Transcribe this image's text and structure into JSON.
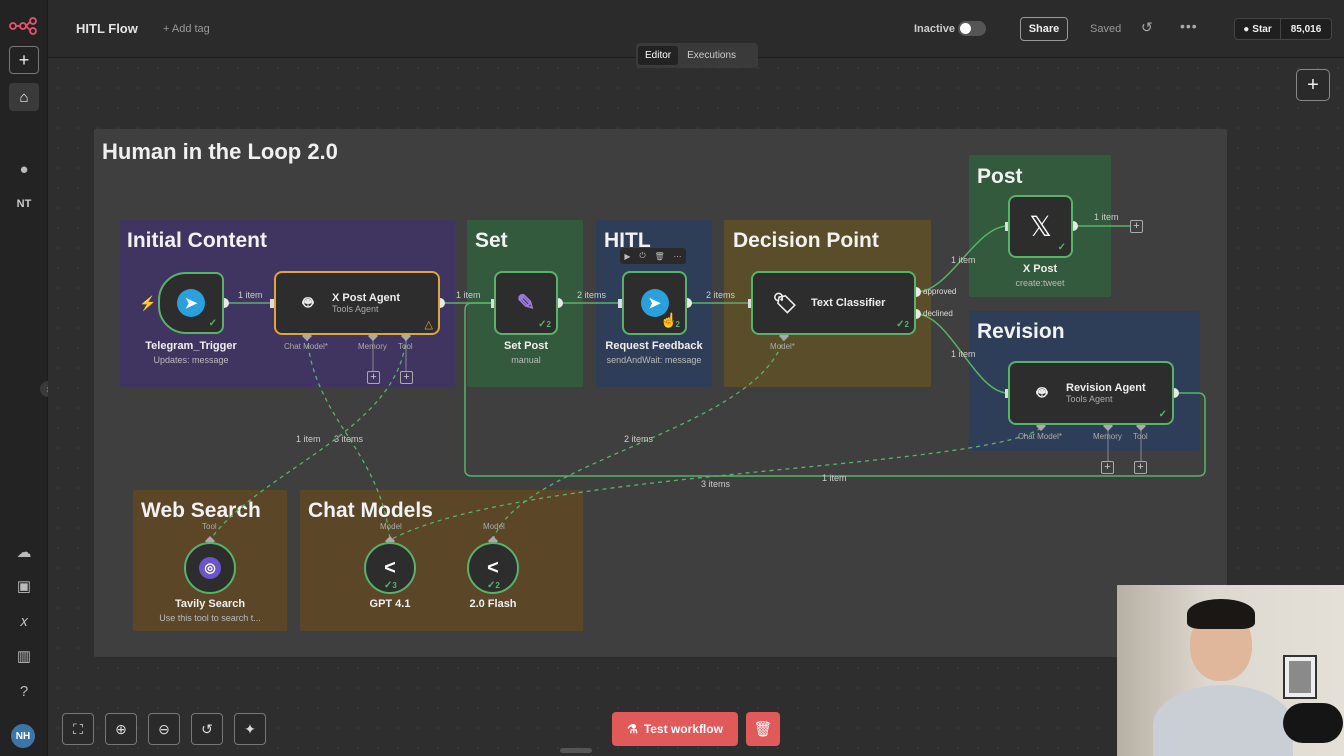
{
  "app": {
    "logo_icon": "n8n-logo-icon"
  },
  "sidebar": {
    "items": [
      {
        "icon": "plus-icon"
      },
      {
        "icon": "home-icon"
      },
      {
        "icon": "user-icon"
      },
      {
        "label": "NT"
      },
      {
        "icon": "cloud-icon"
      },
      {
        "icon": "templates-icon"
      },
      {
        "icon": "variables-icon"
      },
      {
        "icon": "insights-icon"
      },
      {
        "icon": "help-icon"
      }
    ],
    "avatar_initials": "NH"
  },
  "header": {
    "title": "HITL Flow",
    "add_tag": "+ Add tag",
    "active_label": "Inactive",
    "active": false,
    "share_label": "Share",
    "saved_label": "Saved",
    "star_label": "Star",
    "star_count": "85,016"
  },
  "tabs": [
    {
      "label": "Editor",
      "active": true
    },
    {
      "label": "Executions",
      "active": false
    }
  ],
  "canvas": {
    "sticky_title": "Human in the Loop 2.0",
    "groups": [
      {
        "title": "Initial Content",
        "color": "#3f3560"
      },
      {
        "title": "Set",
        "color": "#335a3c"
      },
      {
        "title": "HITL",
        "color": "#2f3e58"
      },
      {
        "title": "Decision Point",
        "color": "#5a4e2a"
      },
      {
        "title": "Post",
        "color": "#335a3c"
      },
      {
        "title": "Revision",
        "color": "#2f3e58"
      },
      {
        "title": "Web Search",
        "color": "#5b4628"
      },
      {
        "title": "Chat Models",
        "color": "#5b4628"
      }
    ],
    "nodes": {
      "telegram_trigger": {
        "name": "Telegram_Trigger",
        "sub": "Updates: message"
      },
      "x_post_agent": {
        "name": "X Post Agent",
        "sub": "Tools Agent",
        "ports": [
          "Chat Model*",
          "Memory",
          "Tool"
        ]
      },
      "set_post": {
        "name": "Set Post",
        "sub": "manual",
        "count": "2"
      },
      "request_feedback": {
        "name": "Request Feedback",
        "sub": "sendAndWait: message",
        "count": "2"
      },
      "text_classifier": {
        "name": "Text Classifier",
        "count": "2",
        "port": "Model*",
        "outputs": [
          "approved",
          "declined"
        ]
      },
      "x_post": {
        "name": "X Post",
        "sub": "create:tweet"
      },
      "revision_agent": {
        "name": "Revision Agent",
        "sub": "Tools Agent",
        "ports": [
          "Chat Model*",
          "Memory",
          "Tool"
        ]
      },
      "tavily_search": {
        "name": "Tavily Search",
        "sub": "Use this tool to search t...",
        "port": "Tool"
      },
      "gpt41": {
        "name": "GPT 4.1",
        "port": "Model",
        "count": "3"
      },
      "flash20": {
        "name": "2.0 Flash",
        "port": "Model",
        "count": "2"
      }
    },
    "connection_labels": [
      "1 item",
      "1 item",
      "2 items",
      "2 items",
      "1 item",
      "1 item",
      "1 item",
      "1 item",
      "3 items",
      "2 items",
      "3 items",
      "1 item"
    ]
  },
  "toolbar": {
    "test_label": "Test workflow"
  },
  "colors": {
    "accent": "#e05a5a",
    "node_border": "#58b26a",
    "warning": "#e2a23c"
  }
}
